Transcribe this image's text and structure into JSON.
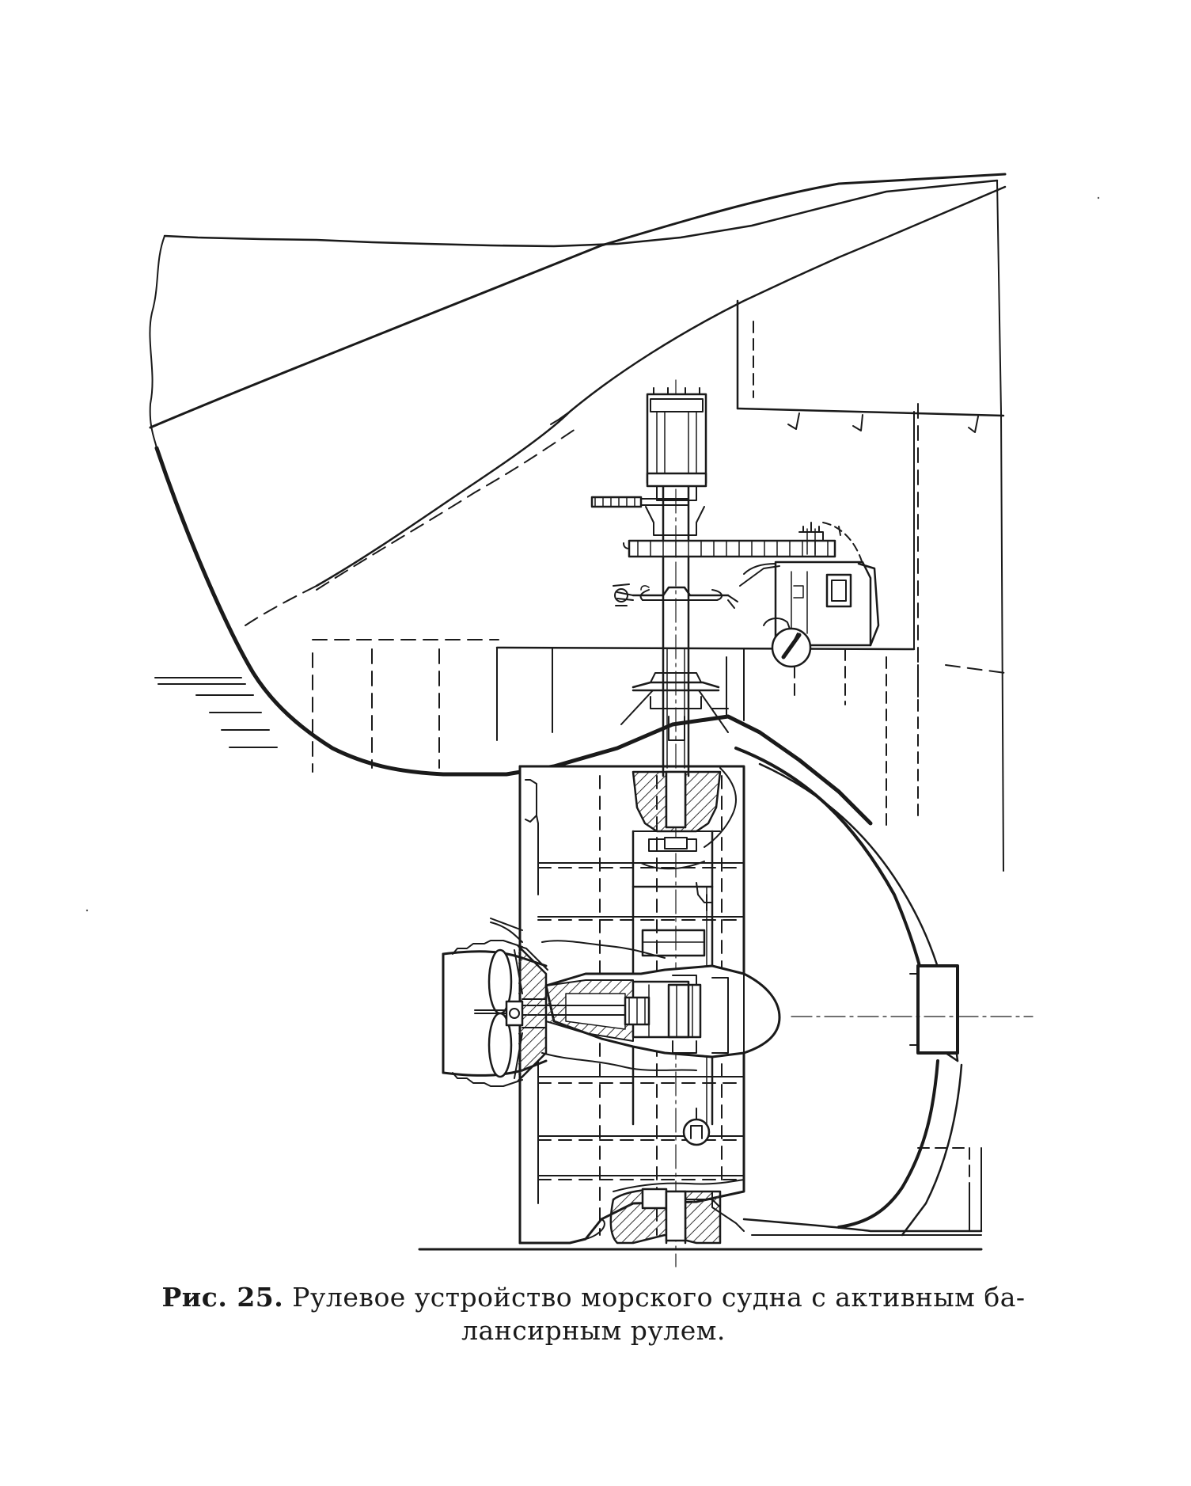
{
  "figure": {
    "label": "Рис. 25.",
    "caption_line1": "Рулевое устройство морского судна с активным ба-",
    "caption_line2": "лансирным рулем."
  },
  "colors": {
    "ink": "#1a1a1a",
    "paper": "#ffffff",
    "hatch": "#333333"
  }
}
